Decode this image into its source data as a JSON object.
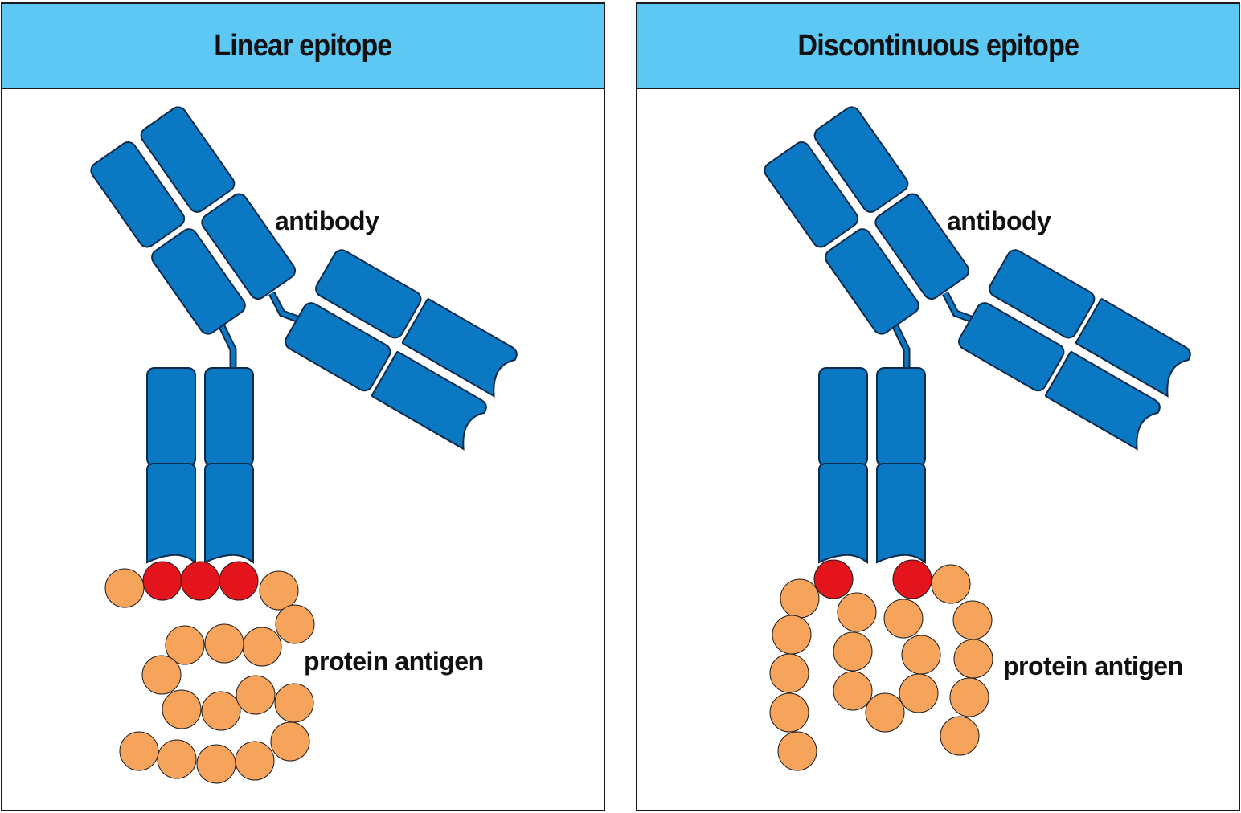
{
  "panels": [
    {
      "title": "Linear epitope",
      "antibody_label": "antibody",
      "antigen_label": "protein antigen"
    },
    {
      "title": "Discontinuous epitope",
      "antibody_label": "antibody",
      "antigen_label": "protein antigen"
    }
  ],
  "colors": {
    "header": "#5ec8f5",
    "antibody": "#0b78c4",
    "antibody_outline": "#0d2a4a",
    "antigen_residue": "#f6a35c",
    "epitope_residue": "#e3141b"
  }
}
